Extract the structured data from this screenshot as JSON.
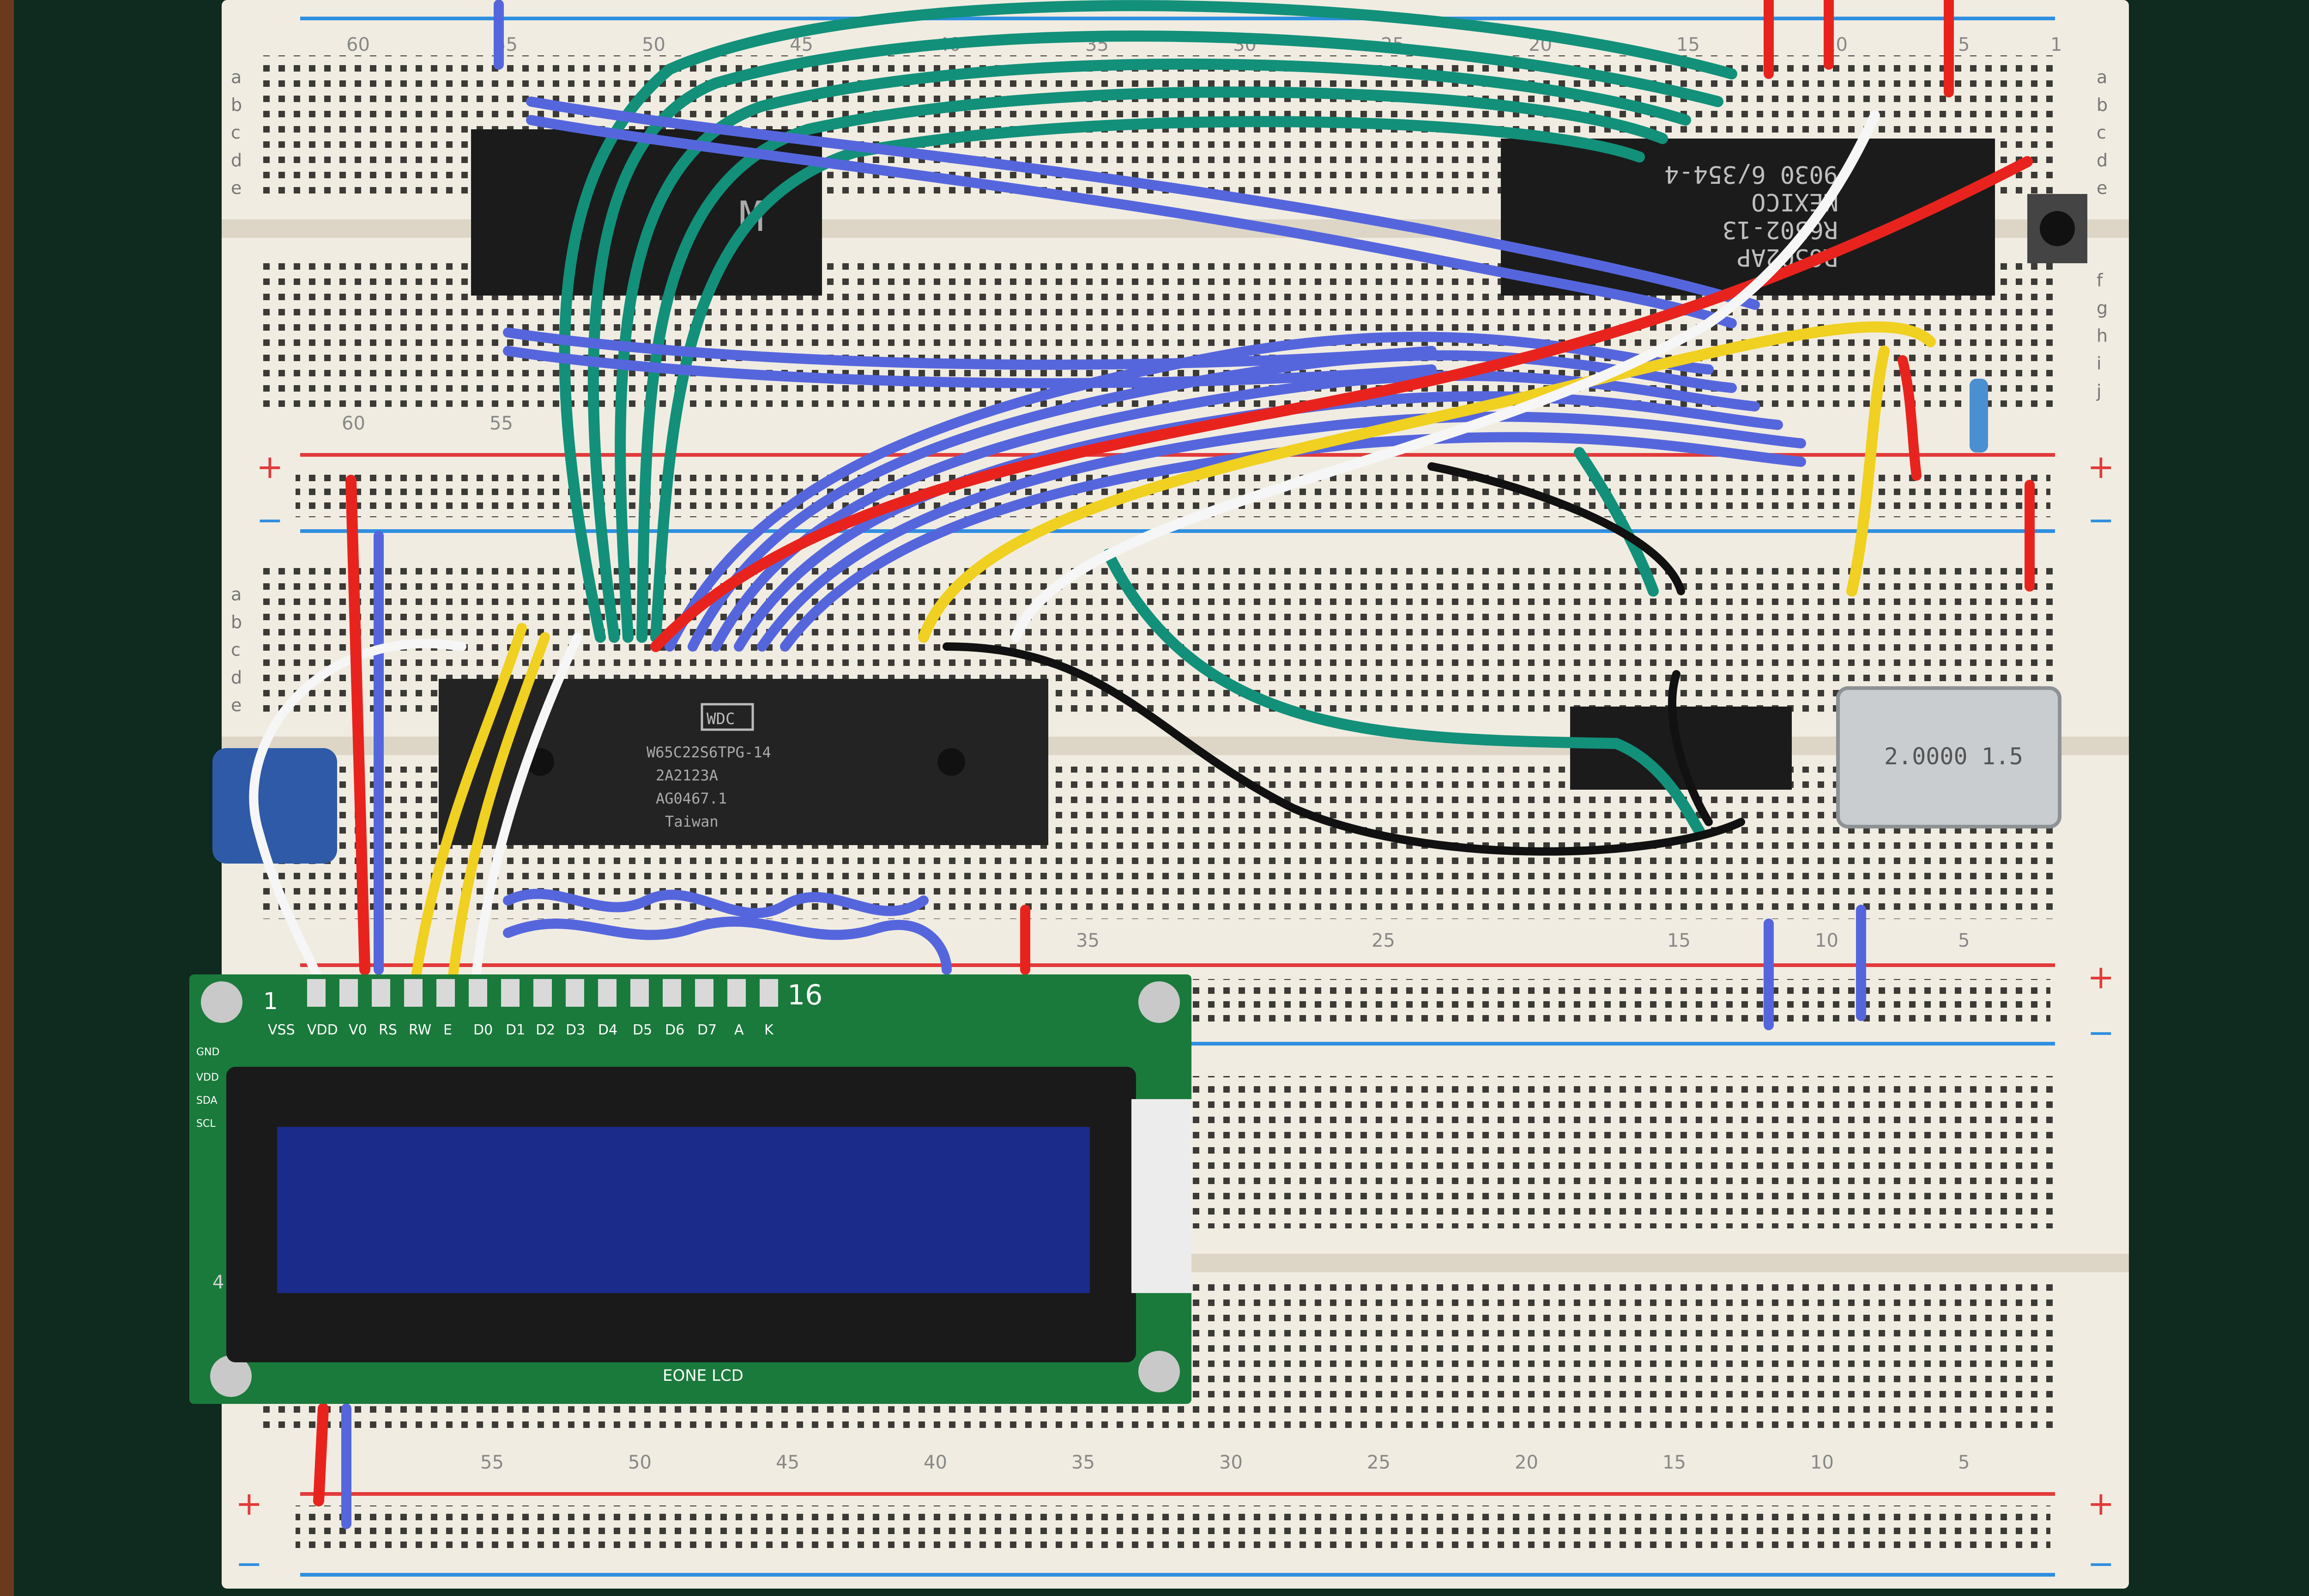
{
  "breadboard": {
    "column_numbers_top": [
      "60",
      "55",
      "50",
      "45",
      "40",
      "35",
      "30",
      "25",
      "20",
      "15",
      "10",
      "5",
      "1"
    ],
    "row_letters_top": [
      "a",
      "b",
      "c",
      "d",
      "e"
    ],
    "row_letters_bottom": [
      "f",
      "g",
      "h",
      "i",
      "j"
    ],
    "rail_plus": "+",
    "rail_minus": "−"
  },
  "chips": {
    "ram_chip_label": "M",
    "cpu_chip_line1": "R6502AP",
    "cpu_chip_line2": "R6502-13",
    "cpu_chip_line3": "MEXICO",
    "cpu_chip_line4": "9030 6/354-4",
    "via_chip_brand": "WDC",
    "via_chip_line1": "W65C22S6TPG-14",
    "via_chip_line2": "2A2123A",
    "via_chip_line3": "AG0467.1",
    "via_chip_line4": "Taiwan",
    "oscillator_label": "2.0000 1.5"
  },
  "lcd": {
    "pin_first": "1",
    "pin_last": "16",
    "pin_labels": [
      "VSS",
      "VDD",
      "V0",
      "RS",
      "RW",
      "E",
      "D0",
      "D1",
      "D2",
      "D3",
      "D4",
      "D5",
      "D6",
      "D7",
      "A",
      "K"
    ],
    "i2c_labels": [
      "GND",
      "VDD",
      "SDA",
      "SCL"
    ],
    "i2c_pin_number": "4",
    "brand": "EONE LCD",
    "backlight_color": "#1a2b8a"
  },
  "colors": {
    "board": "#f1ece1",
    "rail_red": "#e23a3a",
    "rail_blue": "#2f8fe0",
    "wire_green": "#12907a",
    "wire_blue": "#5566dd",
    "wire_red": "#e8231e",
    "wire_yellow": "#f0d020",
    "wire_white": "#f6f6f6",
    "wire_black": "#111111",
    "chip_black": "#1b1b1b",
    "pcb_green": "#1a7a3b"
  }
}
